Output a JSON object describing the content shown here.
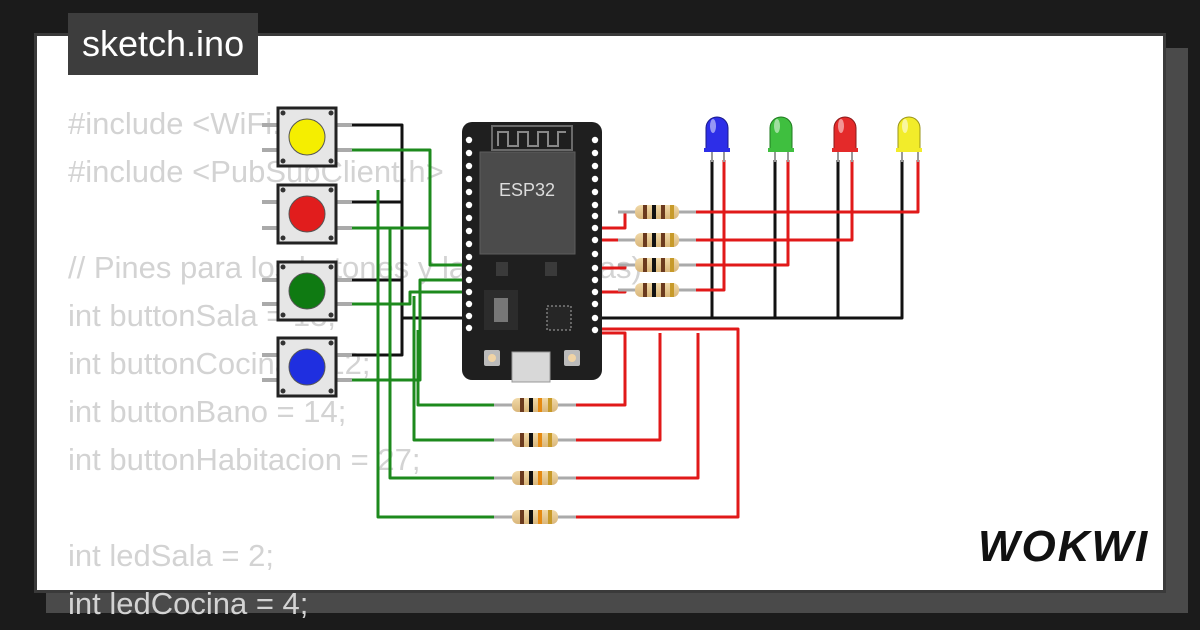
{
  "app": {
    "file_title": "sketch.ino",
    "brand": "WOKWI"
  },
  "code": {
    "lines": [
      "#include <WiFi.h>",
      "#include <PubSubClient.h>",
      "",
      "// Pines para los botones y las luminarias)",
      "int buttonSala = 13;",
      "int buttonCocina = 12;",
      "int buttonBano = 14;",
      "int buttonHabitacion = 27;",
      "",
      "int ledSala = 2;",
      "int ledCocina = 4;"
    ]
  },
  "board": {
    "label": "ESP32"
  },
  "components": {
    "buttons": [
      {
        "name": "button-yellow",
        "color": "#f5ee00"
      },
      {
        "name": "button-red",
        "color": "#e11d1d"
      },
      {
        "name": "button-green",
        "color": "#0f7a12"
      },
      {
        "name": "button-blue",
        "color": "#1f2fe0"
      }
    ],
    "leds": [
      {
        "name": "led-blue",
        "color": "#2d2ee8"
      },
      {
        "name": "led-green",
        "color": "#3fbf3f"
      },
      {
        "name": "led-red",
        "color": "#e42a2a"
      },
      {
        "name": "led-yellow",
        "color": "#f2ec2a"
      }
    ]
  },
  "colors": {
    "wire_black": "#111111",
    "wire_red": "#e11919",
    "wire_green": "#1d8a1d",
    "board_bg": "#1f1f1f"
  }
}
